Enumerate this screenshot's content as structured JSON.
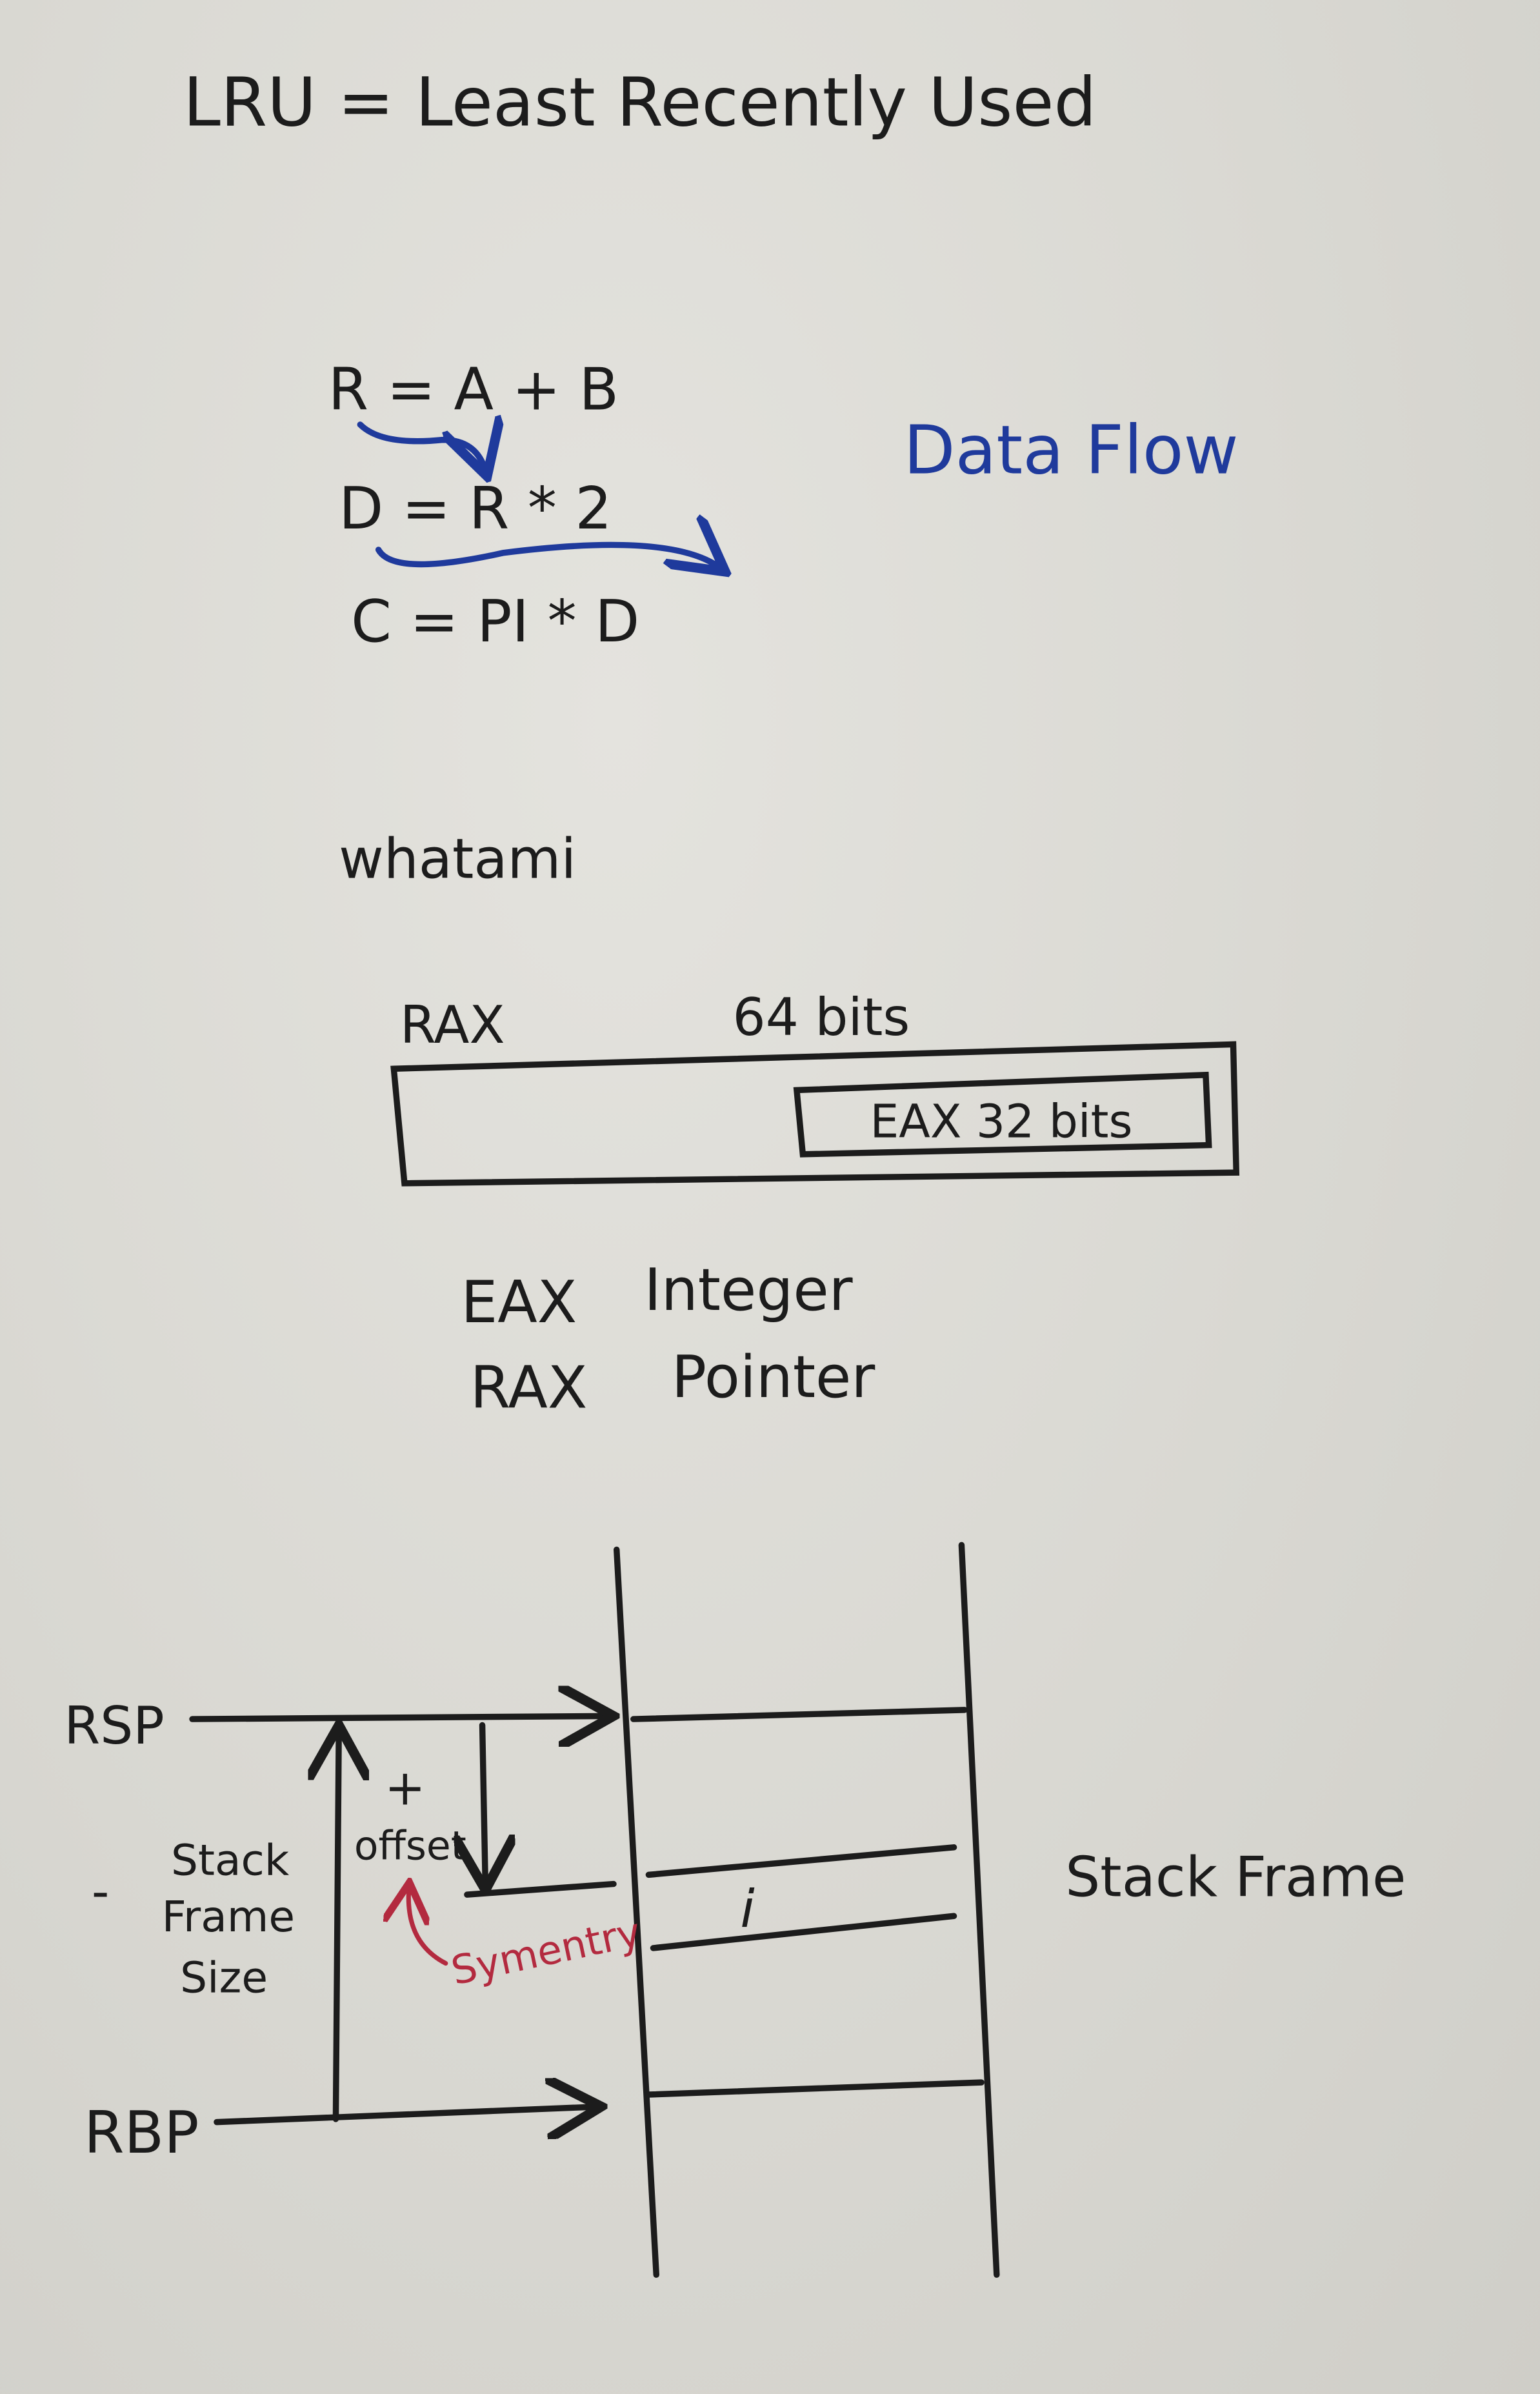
{
  "title": "LRU = Least Recently Used",
  "data_flow": {
    "label": "Data Flow",
    "lines": [
      "R = A + B",
      "D = R * 2",
      "C =  PI * D"
    ],
    "ink_color": "#1f3a9c"
  },
  "whatami": "whatami",
  "register": {
    "rax_label": "RAX",
    "rax_bits": "64 bits",
    "eax_label": "EAX  32 bits"
  },
  "types": [
    {
      "reg": "EAX",
      "type": "Integer"
    },
    {
      "reg": "RAX",
      "type": "Pointer"
    }
  ],
  "stack": {
    "rsp": "RSP",
    "rbp": "RBP",
    "plus": "+",
    "offset": "offset",
    "minus": "-",
    "size_lines": [
      "Stack",
      "Frame",
      "Size"
    ],
    "symmetry": "Symentry",
    "symmetry_color": "#b32a3f",
    "var": "i",
    "frame_label": "Stack Frame"
  }
}
